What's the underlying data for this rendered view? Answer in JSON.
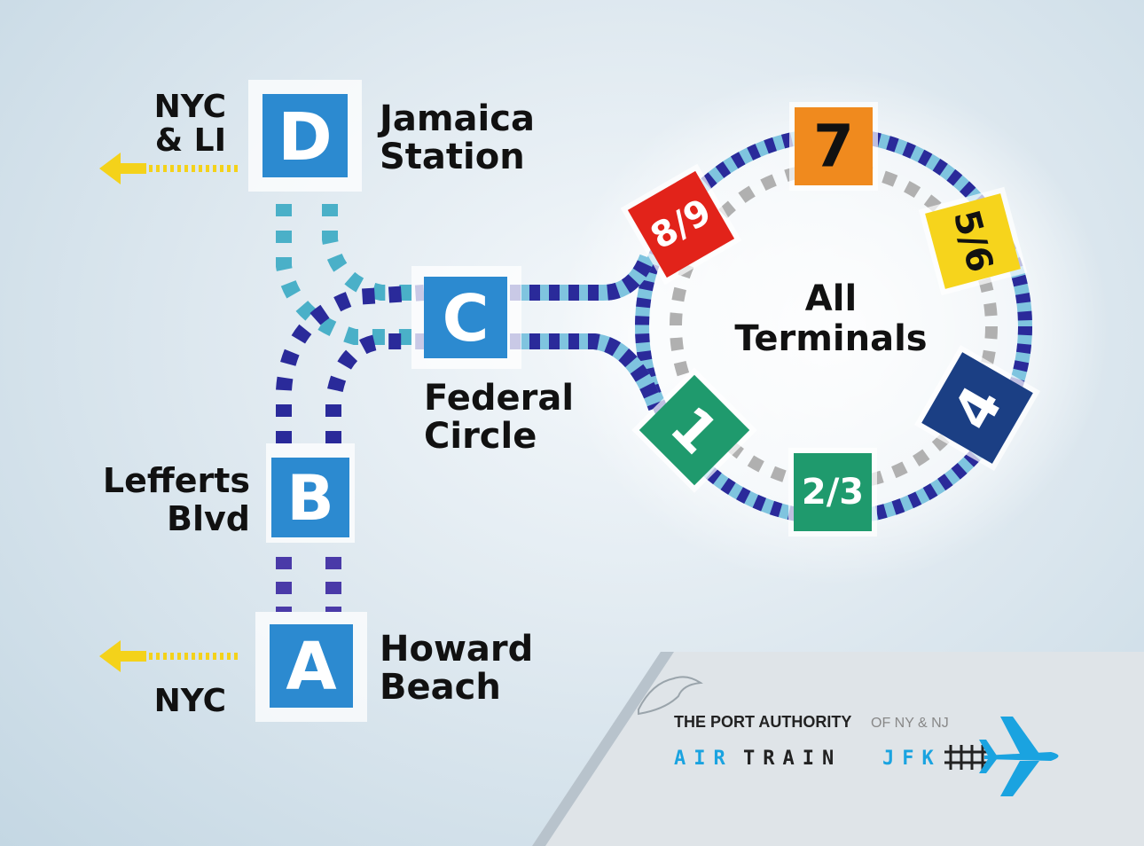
{
  "stations": {
    "D": {
      "letter": "D",
      "name_line1": "Jamaica",
      "name_line2": "Station",
      "connection_line1": "NYC",
      "connection_line2": "& LI"
    },
    "C": {
      "letter": "C",
      "name_line1": "Federal",
      "name_line2": "Circle"
    },
    "B": {
      "letter": "B",
      "name_line1": "Lefferts",
      "name_line2": "Blvd"
    },
    "A": {
      "letter": "A",
      "name_line1": "Howard",
      "name_line2": "Beach",
      "connection_line1": "NYC"
    }
  },
  "loop": {
    "label_line1": "All",
    "label_line2": "Terminals",
    "terminals": [
      {
        "label": "7",
        "color": "#f08a1e",
        "text_color": "#111111"
      },
      {
        "label": "5/6",
        "color": "#f6d41c",
        "text_color": "#111111"
      },
      {
        "label": "4",
        "color": "#1b3f84",
        "text_color": "#ffffff"
      },
      {
        "label": "2/3",
        "color": "#1f9a6d",
        "text_color": "#ffffff"
      },
      {
        "label": "1",
        "color": "#1f9a6d",
        "text_color": "#ffffff"
      },
      {
        "label": "8/9",
        "color": "#e2231a",
        "text_color": "#ffffff"
      }
    ]
  },
  "branding": {
    "port_authority": "THE PORT AUTHORITY",
    "port_authority_suffix": "OF NY & NJ",
    "airtrain_part1": "AIR",
    "airtrain_part2": "TRAIN",
    "airtrain_part3": "JFK"
  },
  "colors": {
    "station_blue": "#2c8ad0",
    "track_dark": "#2a2a9a",
    "track_light": "#6bb8d8",
    "arrow_yellow": "#f4d21a",
    "plane_blue": "#1aa3e0"
  }
}
